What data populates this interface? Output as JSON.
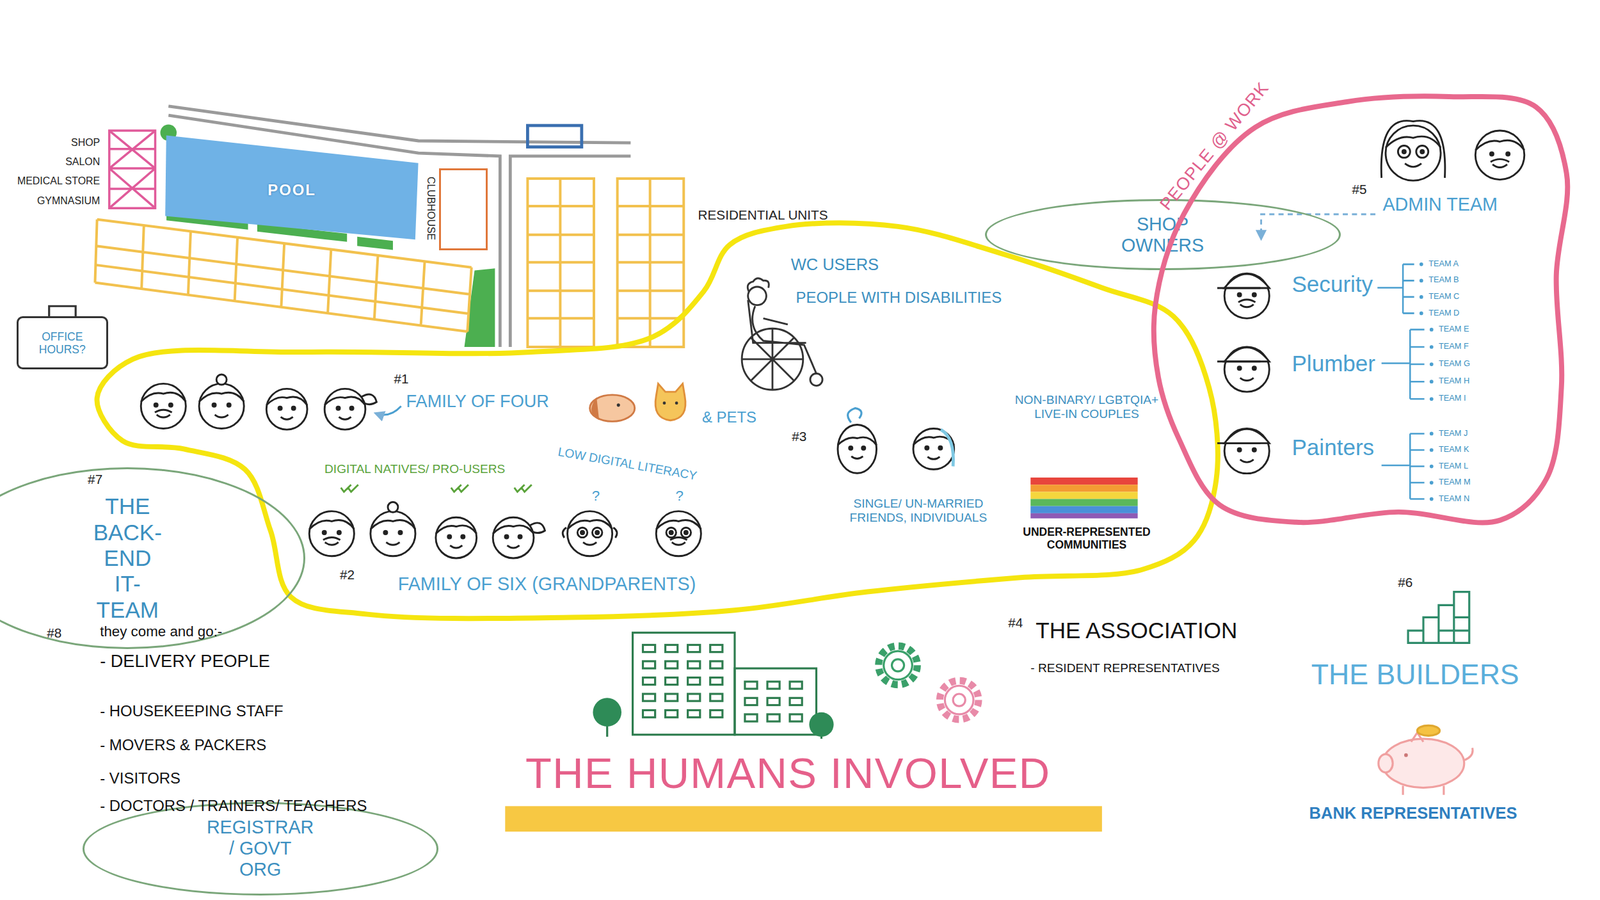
{
  "diagram": {
    "title": "THE HUMANS INVOLVED",
    "nodes": [
      {
        "text": [
          "POOL"
        ]
      },
      {
        "text": [
          "CLUBHOUSE"
        ]
      },
      {
        "text": [
          "OFFICE HOURS?"
        ]
      },
      {
        "text": [
          "SHOP OWNERS"
        ]
      },
      {
        "text": [
          "PEOPLE @ WORK"
        ]
      },
      {
        "text": [
          "THE BACK-END IT-TEAM"
        ]
      },
      {
        "text": [
          "REGISTRAR / GOVT ORG"
        ]
      }
    ],
    "labels": [
      "SHOP",
      "SALON",
      "MEDICAL STORE",
      "GYMNASIUM",
      "RESIDENTIAL UNITS",
      "#1",
      "FAMILY OF FOUR",
      "& PETS",
      "WC USERS",
      "PEOPLE WITH DISABILITIES",
      "#3",
      "SINGLE/ UN-MARRIED FRIENDS, INDIVIDUALS",
      "NON-BINARY/ LGBTQIA+ LIVE-IN COUPLES",
      "UNDER-REPRESENTED COMMUNITIES",
      "DIGITAL NATIVES/ PRO-USERS",
      "LOW DIGITAL LITERACY",
      "?",
      "?",
      "#2",
      "FAMILY OF SIX (GRANDPARENTS)",
      "#7",
      "#8",
      "they come and go:-",
      "- DELIVERY PEOPLE",
      "- HOUSEKEEPING STAFF",
      "- MOVERS & PACKERS",
      "- VISITORS",
      "- DOCTORS / TRAINERS/ TEACHERS",
      "#4",
      "THE ASSOCIATION",
      "- RESIDENT REPRESENTATIVES",
      "#5",
      "ADMIN TEAM",
      "Security",
      "TEAM A",
      "TEAM B",
      "TEAM C",
      "TEAM D",
      "Plumber",
      "TEAM E",
      "TEAM F",
      "TEAM G",
      "TEAM H",
      "TEAM I",
      "Painters",
      "TEAM J",
      "TEAM K",
      "TEAM L",
      "TEAM M",
      "TEAM N",
      "#6",
      "THE BUILDERS",
      "BANK REPRESENTATIVES"
    ]
  }
}
